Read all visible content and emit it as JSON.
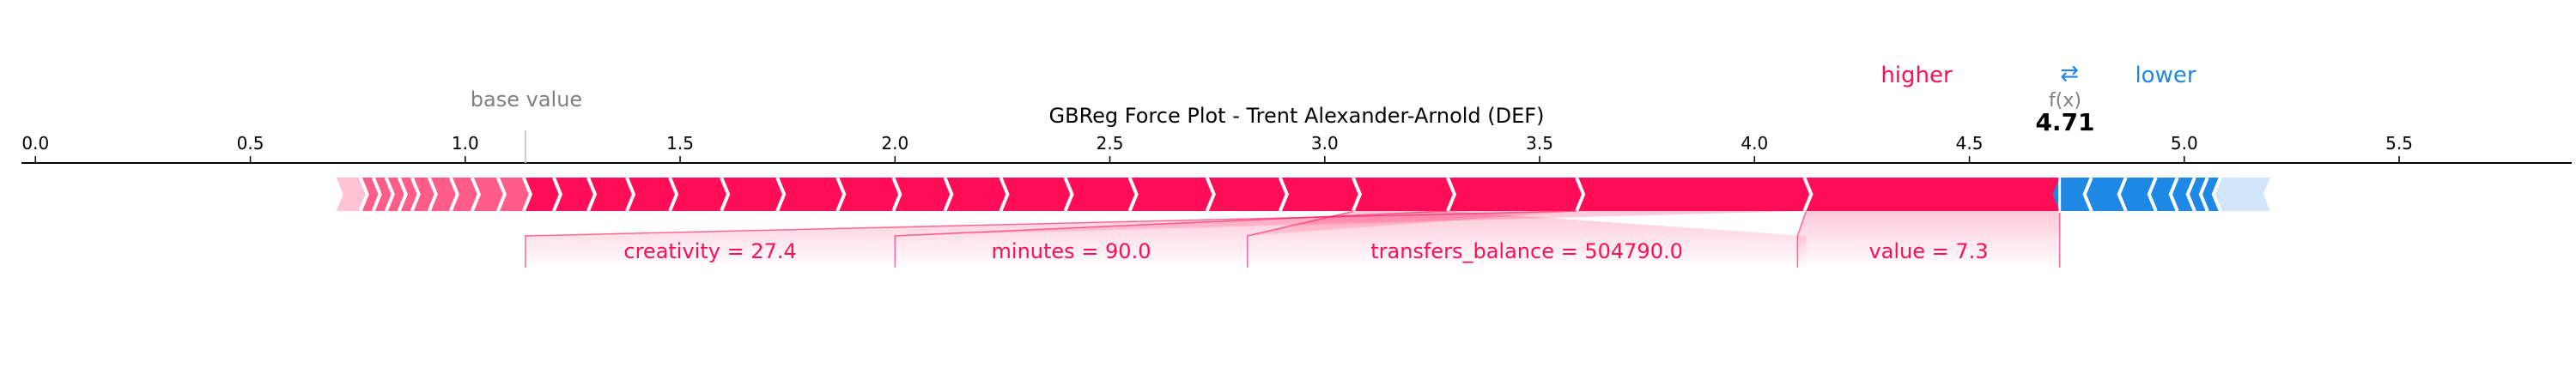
{
  "chart_data": {
    "type": "force",
    "title": "GBReg Force Plot - Trent Alexander-Arnold (DEF)",
    "base_value": 1.14,
    "output_value": 4.71,
    "output_label": "f(x)",
    "output_text": "4.71",
    "base_label": "base value",
    "legend": {
      "higher": "higher",
      "lower": "lower",
      "arrows": "⇄"
    },
    "xlim": [
      -0.04,
      5.9
    ],
    "ticks": [
      0.0,
      0.5,
      1.0,
      1.5,
      2.0,
      2.5,
      3.0,
      3.5,
      4.0,
      4.5,
      5.0,
      5.5
    ],
    "tick_labels": [
      "0.0",
      "0.5",
      "1.0",
      "1.5",
      "2.0",
      "2.5",
      "3.0",
      "3.5",
      "4.0",
      "4.5",
      "5.0",
      "5.5"
    ],
    "positive_boundaries": [
      0.7,
      0.76,
      0.79,
      0.82,
      0.85,
      0.88,
      0.92,
      0.97,
      1.02,
      1.08,
      1.14,
      1.21,
      1.29,
      1.38,
      1.48,
      1.6,
      1.73,
      1.87,
      2.0,
      2.12,
      2.25,
      2.4,
      2.55,
      2.73,
      2.9,
      3.07,
      3.29,
      3.59,
      4.12,
      4.71
    ],
    "negative_boundaries": [
      4.71,
      4.78,
      4.86,
      4.93,
      4.98,
      5.02,
      5.05,
      5.08,
      5.2
    ],
    "colors": {
      "positive": "#ff0d57",
      "negative": "#1e88e5",
      "positive_light": "#ffc3d5",
      "negative_light": "#d1e6fa"
    },
    "features": [
      {
        "label": "creativity = 27.4",
        "start": 3.59,
        "end": 4.12,
        "anchor": 1.14
      },
      {
        "label": "minutes = 90.0",
        "start": 3.29,
        "end": 3.59,
        "anchor": 2.0
      },
      {
        "label": "transfers_balance = 504790.0",
        "start": 3.07,
        "end": 3.29,
        "anchor": 2.82
      },
      {
        "label": "value = 7.3",
        "start": 4.12,
        "end": 4.71,
        "anchor": 4.1
      }
    ]
  }
}
